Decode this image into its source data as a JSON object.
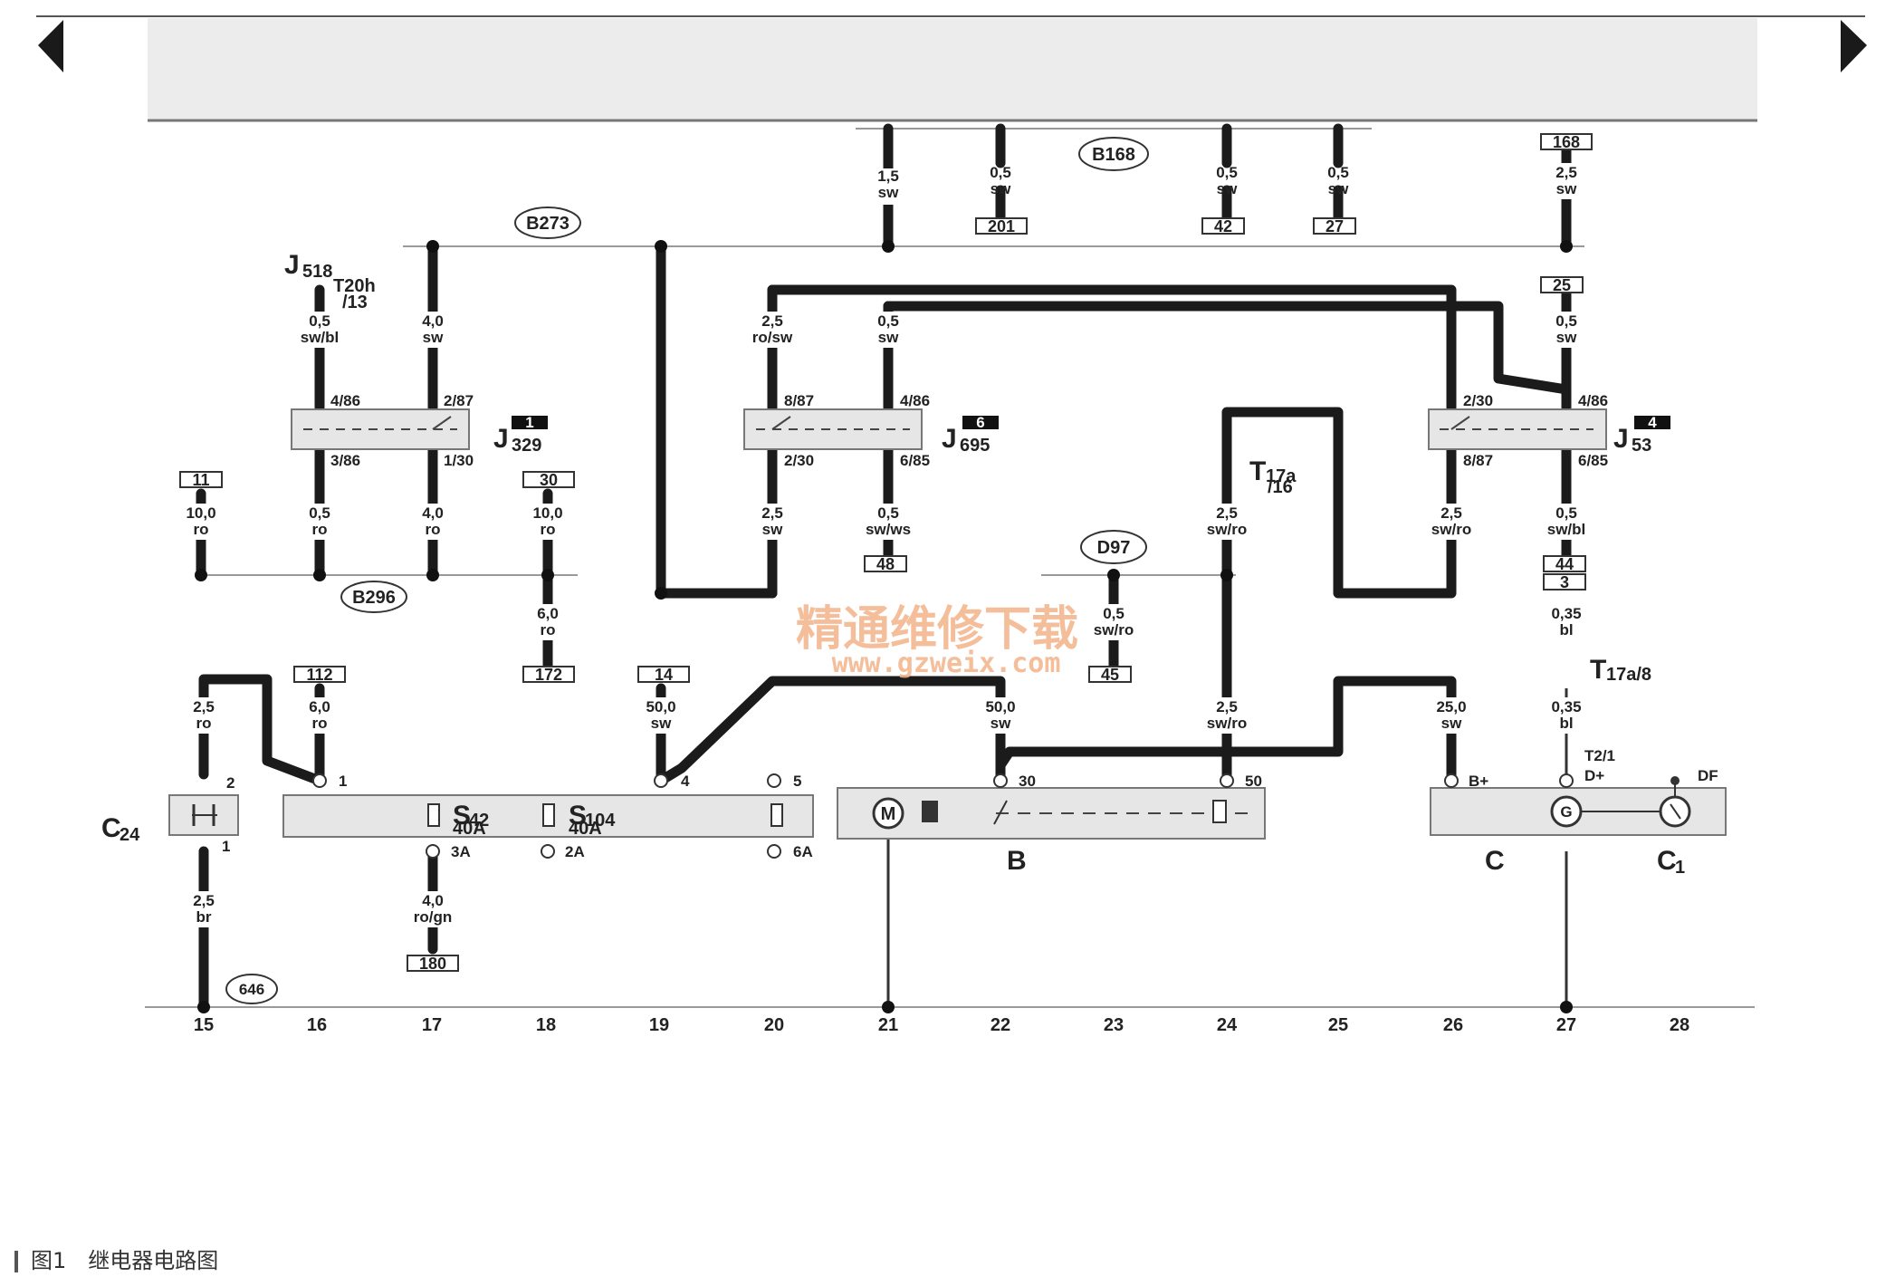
{
  "wm": {
    "line1": "精通维修下载",
    "line2": "www.gzweix.com"
  },
  "caption": "图1　继电器电路图",
  "buses": {
    "b168": "B168",
    "b273": "B273",
    "b296": "B296",
    "d97": "D97",
    "n646": "646"
  },
  "refs": {
    "r201": "201",
    "r42": "42",
    "r27": "27",
    "r168": "168",
    "r25": "25",
    "r11": "11",
    "r30": "30",
    "r48": "48",
    "r44": "44",
    "r3": "3",
    "r172": "172",
    "r112": "112",
    "r14": "14",
    "r45": "45",
    "r180": "180"
  },
  "wires": {
    "w1": {
      "g": "1,5",
      "c": "sw"
    },
    "w2": {
      "g": "0,5",
      "c": "sw"
    },
    "w3": {
      "g": "0,5",
      "c": "sw"
    },
    "w4": {
      "g": "0,5",
      "c": "sw"
    },
    "w5": {
      "g": "2,5",
      "c": "sw"
    },
    "w6": {
      "g": "0,5",
      "c": "sw/bl"
    },
    "w7": {
      "g": "4,0",
      "c": "sw"
    },
    "w8": {
      "g": "2,5",
      "c": "ro/sw"
    },
    "w9": {
      "g": "0,5",
      "c": "sw"
    },
    "w10": {
      "g": "0,5",
      "c": "sw"
    },
    "w11": {
      "g": "10,0",
      "c": "ro"
    },
    "w12": {
      "g": "0,5",
      "c": "ro"
    },
    "w13": {
      "g": "4,0",
      "c": "ro"
    },
    "w14": {
      "g": "10,0",
      "c": "ro"
    },
    "w15": {
      "g": "2,5",
      "c": "sw"
    },
    "w16": {
      "g": "0,5",
      "c": "sw/ws"
    },
    "w17": {
      "g": "2,5",
      "c": "sw/ro"
    },
    "w18": {
      "g": "2,5",
      "c": "sw/ro"
    },
    "w19": {
      "g": "0,5",
      "c": "sw/bl"
    },
    "w20": {
      "g": "6,0",
      "c": "ro"
    },
    "w21": {
      "g": "0,5",
      "c": "sw/ro"
    },
    "w22": {
      "g": "0,35",
      "c": "bl"
    },
    "w23": {
      "g": "2,5",
      "c": "ro"
    },
    "w24": {
      "g": "6,0",
      "c": "ro"
    },
    "w25": {
      "g": "50,0",
      "c": "sw"
    },
    "w26": {
      "g": "50,0",
      "c": "sw"
    },
    "w27": {
      "g": "2,5",
      "c": "sw/ro"
    },
    "w28": {
      "g": "25,0",
      "c": "sw"
    },
    "w29": {
      "g": "0,35",
      "c": "bl"
    },
    "w30": {
      "g": "2,5",
      "c": "br"
    },
    "w31": {
      "g": "4,0",
      "c": "ro/gn"
    }
  },
  "relays": {
    "j329": {
      "name": "J",
      "sub": "329",
      "num": "1",
      "p1": "4/86",
      "p2": "2/87",
      "p3": "3/86",
      "p4": "1/30"
    },
    "j695": {
      "name": "J",
      "sub": "695",
      "num": "6",
      "p1": "8/87",
      "p2": "4/86",
      "p3": "2/30",
      "p4": "6/85"
    },
    "j53": {
      "name": "J",
      "sub": "53",
      "num": "4",
      "p1": "2/30",
      "p2": "4/86",
      "p3": "8/87",
      "p4": "6/85"
    }
  },
  "misc": {
    "j518": "J",
    "j518sub": "518",
    "t20h": "T20h",
    "t20hpin": "/13",
    "t17a": "T",
    "t17asub": "17a",
    "t17apin": "/16",
    "t17a8": "T",
    "t17a8sub": "17a/8",
    "t21": "T2/1",
    "c24": "C",
    "c24sub": "24",
    "c24p2": "2",
    "c24p1": "1",
    "s42": "S",
    "s42sub": "42",
    "s42a": "40A",
    "s104": "S",
    "s104sub": "104",
    "s104a": "40A",
    "fb1": "1",
    "fb4": "4",
    "fb5": "5",
    "fb3a": "3A",
    "fb2a": "2A",
    "fb6a": "6A",
    "m": "M",
    "b": "B",
    "b30": "30",
    "b50": "50",
    "c": "C",
    "bplus": "B+",
    "dplus": "D+",
    "df": "DF",
    "g": "G",
    "c1": "C",
    "c1sub": "1"
  },
  "columns": [
    "15",
    "16",
    "17",
    "18",
    "19",
    "20",
    "21",
    "22",
    "23",
    "24",
    "25",
    "26",
    "27",
    "28"
  ]
}
